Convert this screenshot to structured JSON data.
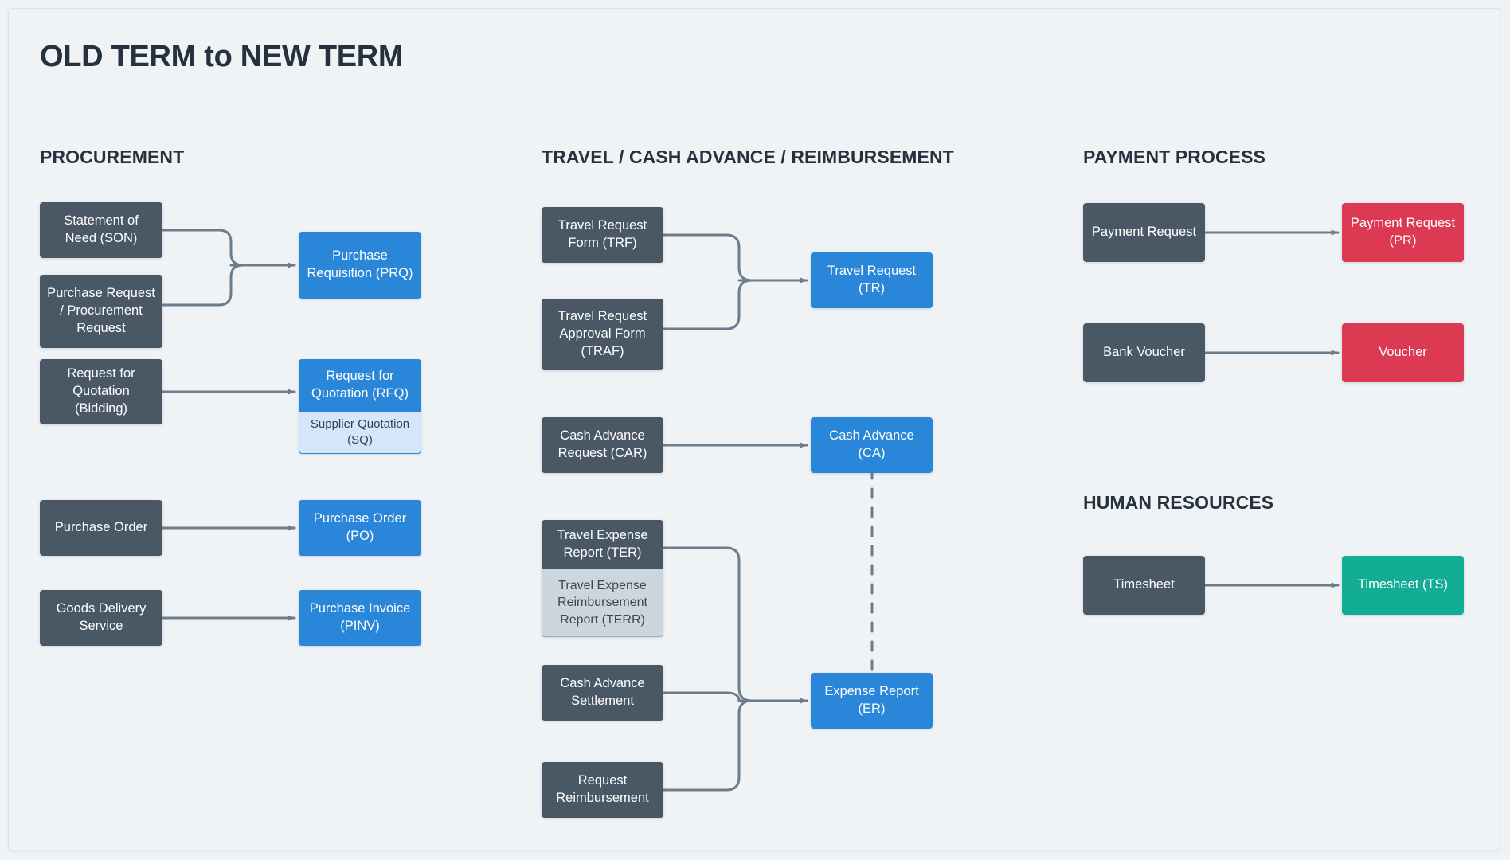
{
  "page": {
    "title": "OLD TERM to NEW TERM",
    "background_color": "#eff3f5",
    "card_border_color": "#dbe3e9"
  },
  "palette": {
    "old_term": "#4a5866",
    "new_term_blue": "#2a86d8",
    "new_term_red": "#dc3a53",
    "new_term_teal": "#12ad94",
    "sub_blue_fill": "#d4e7fa",
    "sub_gray_fill": "#ccd6de",
    "connector": "#6b7d8d",
    "heading": "#25313d"
  },
  "sections": [
    {
      "id": "procurement",
      "title": "PROCUREMENT"
    },
    {
      "id": "travel",
      "title": "TRAVEL / CASH ADVANCE / REIMBURSEMENT"
    },
    {
      "id": "payment",
      "title": "PAYMENT PROCESS"
    },
    {
      "id": "hr",
      "title": "HUMAN RESOURCES"
    }
  ],
  "nodes": {
    "son": "Statement of\nNeed (SON)",
    "pr_proc": "Purchase Request\n/ Procurement\nRequest",
    "prq": "Purchase\nRequisition (PRQ)",
    "rfq_old": "Request for\nQuotation\n(Bidding)",
    "rfq_new": "Request for\nQuotation (RFQ)",
    "sq": "Supplier Quotation\n(SQ)",
    "po_old": "Purchase Order",
    "po_new": "Purchase Order\n(PO)",
    "gds": "Goods Delivery\nService",
    "pinv": "Purchase Invoice\n(PINV)",
    "trf": "Travel Request\nForm (TRF)",
    "traf": "Travel Request\nApproval Form\n(TRAF)",
    "tr": "Travel Request\n(TR)",
    "car": "Cash Advance\nRequest (CAR)",
    "ca": "Cash Advance (CA)",
    "ter": "Travel Expense\nReport (TER)",
    "terr": "Travel Expense\nReimbursement\nReport (TERR)",
    "cas": "Cash Advance\nSettlement",
    "rr": "Request\nReimbursement",
    "er": "Expense Report\n(ER)",
    "pay_req_old": "Payment Request",
    "pay_req_new": "Payment Request\n(PR)",
    "bank_voucher": "Bank Voucher",
    "voucher": "Voucher",
    "timesheet_old": "Timesheet",
    "timesheet_new": "Timesheet (TS)"
  },
  "connections": [
    {
      "from": "son",
      "to": "prq",
      "style": "solid-merge"
    },
    {
      "from": "pr_proc",
      "to": "prq",
      "style": "solid-merge"
    },
    {
      "from": "rfq_old",
      "to": "rfq_new",
      "style": "solid"
    },
    {
      "from": "po_old",
      "to": "po_new",
      "style": "solid"
    },
    {
      "from": "gds",
      "to": "pinv",
      "style": "solid"
    },
    {
      "from": "trf",
      "to": "tr",
      "style": "solid-merge"
    },
    {
      "from": "traf",
      "to": "tr",
      "style": "solid-merge"
    },
    {
      "from": "car",
      "to": "ca",
      "style": "solid"
    },
    {
      "from": "ter",
      "to": "er",
      "style": "solid-merge"
    },
    {
      "from": "cas",
      "to": "er",
      "style": "solid-merge"
    },
    {
      "from": "rr",
      "to": "er",
      "style": "solid-merge"
    },
    {
      "from": "ca",
      "to": "er",
      "style": "dashed"
    },
    {
      "from": "pay_req_old",
      "to": "pay_req_new",
      "style": "solid"
    },
    {
      "from": "bank_voucher",
      "to": "voucher",
      "style": "solid"
    },
    {
      "from": "timesheet_old",
      "to": "timesheet_new",
      "style": "solid"
    }
  ]
}
